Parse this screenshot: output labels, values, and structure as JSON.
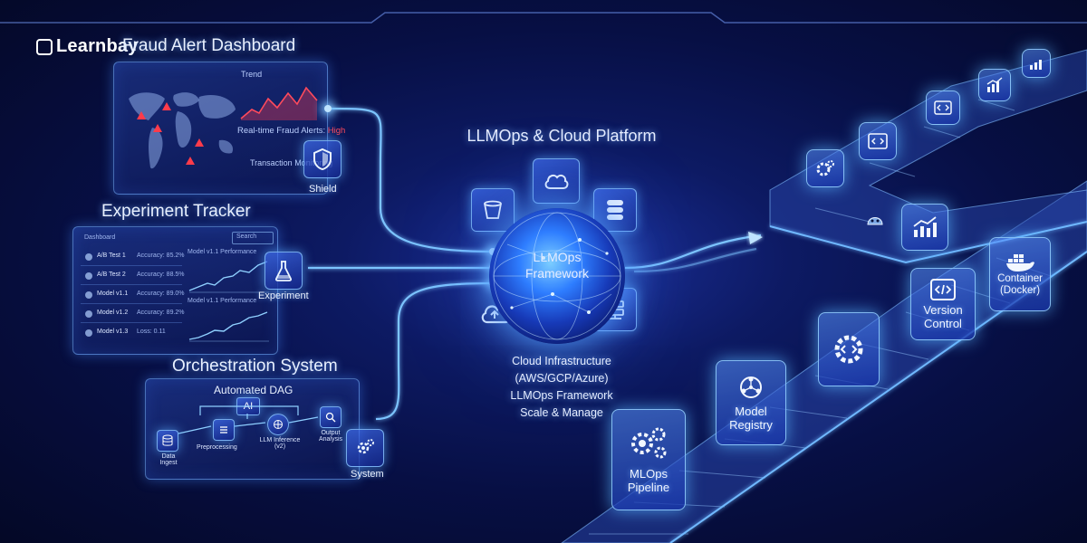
{
  "brand": {
    "name": "Learnbay"
  },
  "fraud_panel": {
    "title": "Fraud Alert Dashboard",
    "trend_label": "Trend",
    "alerts_label": "Real-time Fraud Alerts:",
    "alerts_level": "High",
    "monitoring_label": "Transaction Monitoring",
    "icon_label": "Shield"
  },
  "experiment_panel": {
    "title": "Experiment Tracker",
    "search_placeholder": "Search",
    "header": "Dashboard",
    "rows": [
      {
        "name": "A/B Test 1",
        "metric": "Accuracy: 85.2%"
      },
      {
        "name": "A/B Test 2",
        "metric": "Accuracy: 88.5%"
      },
      {
        "name": "Model v1.1",
        "metric": "Accuracy: 89.0%"
      },
      {
        "name": "Model v1.2",
        "metric": "Accuracy: 89.2%"
      },
      {
        "name": "Model v1.3",
        "metric": "Loss: 0.11"
      }
    ],
    "chart1_title": "Model v1.1 Performance",
    "chart2_title": "Model v1.1 Performance",
    "icon_label": "Experiment"
  },
  "orchestration_panel": {
    "title": "Orchestration System",
    "dag_title": "Automated DAG",
    "ai_label": "AI",
    "steps": [
      {
        "label": "Data Ingest"
      },
      {
        "label": "Preprocessing"
      },
      {
        "label": "LLM Inference (v2)"
      },
      {
        "label": "Output Analysis"
      }
    ],
    "icon_label": "System"
  },
  "center": {
    "title": "LLMOps & Cloud Platform",
    "globe_line1": "LLMOps",
    "globe_line2": "Framework",
    "desc": [
      "Cloud Infrastructure",
      "(AWS/GCP/Azure)",
      "LLMOps Framework",
      "Scale & Manage"
    ]
  },
  "pipeline": {
    "stages": [
      {
        "label": "MLOps Pipeline",
        "icon": "gears-icon"
      },
      {
        "label": "Model Registry",
        "icon": "network-icon"
      },
      {
        "label": "",
        "icon": "code-gear-icon"
      },
      {
        "label": "Version Control",
        "icon": "code-icon"
      },
      {
        "label": "Container (Docker)",
        "icon": "docker-icon"
      }
    ]
  },
  "colors": {
    "accent": "#4aa8ff",
    "glow": "#8fd0ff",
    "alert": "#ff3b4a",
    "bg": "#070f44"
  }
}
